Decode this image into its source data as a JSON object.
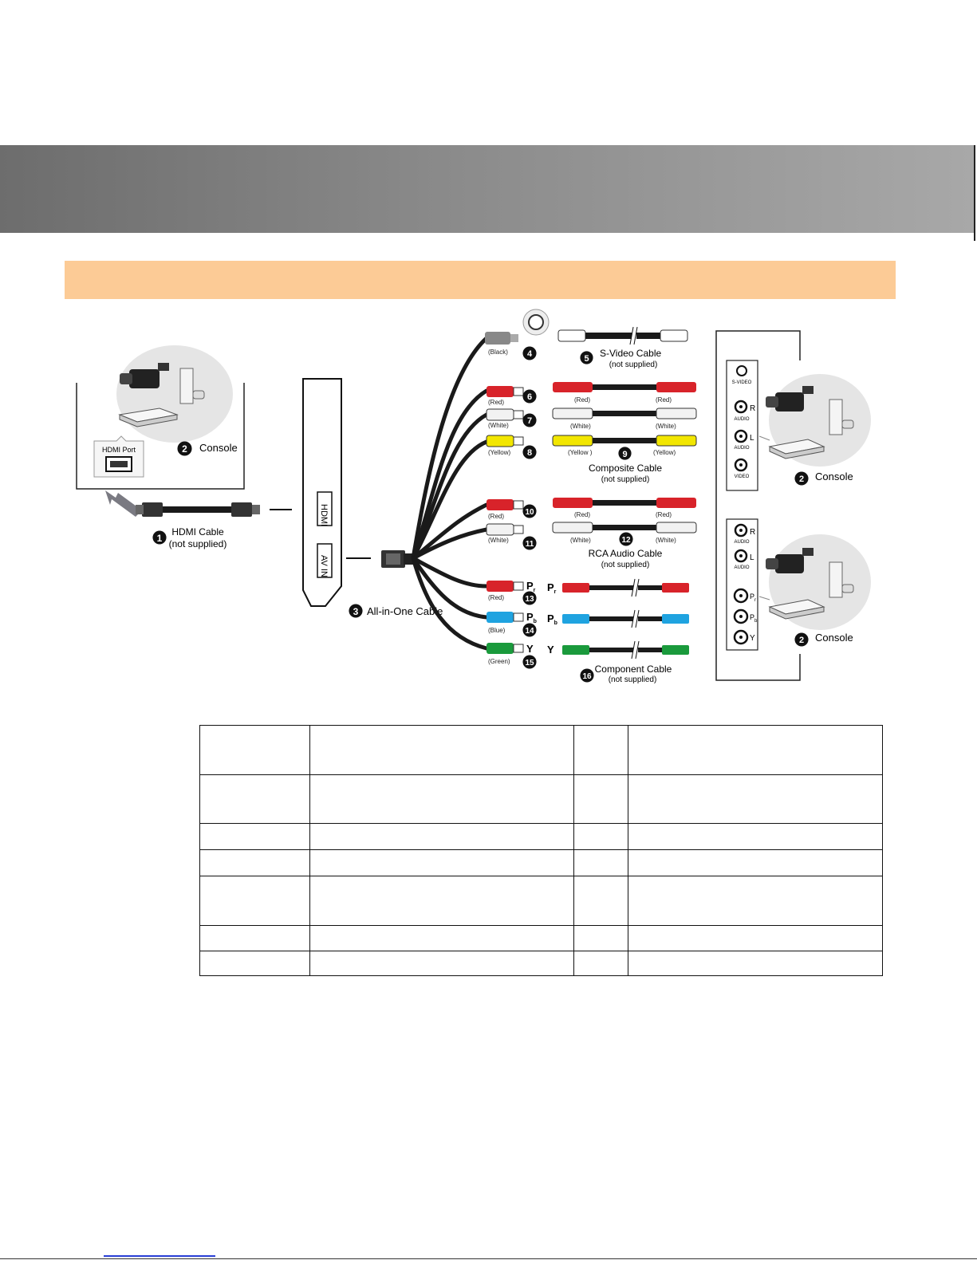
{
  "diagram": {
    "hdmi_port_label": "HDMI Port",
    "console_label": "Console",
    "hdmi_cable_label": "HDMI Cable",
    "not_supplied": "(not supplied)",
    "bracket_hdmi": "HDMI",
    "bracket_avin": "AV IN",
    "all_in_one_label": "All-in-One Cable",
    "svideo_cable_label": "S-Video Cable",
    "composite_cable_label": "Composite Cable",
    "rca_audio_cable_label": "RCA Audio Cable",
    "component_cable_label": "Component Cable",
    "colors": {
      "black": "(Black)",
      "red": "(Red)",
      "white": "(White)",
      "yellow": "(Yellow)",
      "blue": "(Blue)",
      "green": "(Green)",
      "yellow_alt": "(Yellow )"
    },
    "jack_labels": {
      "svideo": "S-VIDEO",
      "audio": "AUDIO",
      "video": "VIDEO",
      "r": "R",
      "l": "L"
    },
    "component_labels": {
      "pr": "P",
      "pr_sub": "r",
      "pb": "P",
      "pb_sub": "b",
      "y": "Y"
    },
    "numbers": {
      "n1": "1",
      "n2": "2",
      "n3": "3",
      "n4": "4",
      "n5": "5",
      "n6": "6",
      "n7": "7",
      "n8": "8",
      "n9": "9",
      "n10": "10",
      "n11": "11",
      "n12": "12",
      "n13": "13",
      "n14": "14",
      "n15": "15",
      "n16": "16"
    },
    "accent_colors": {
      "red": "#d8232a",
      "white": "#f2f2f2",
      "yellow": "#f2e600",
      "blue": "#1fa3e0",
      "green": "#1a9a3c"
    }
  }
}
